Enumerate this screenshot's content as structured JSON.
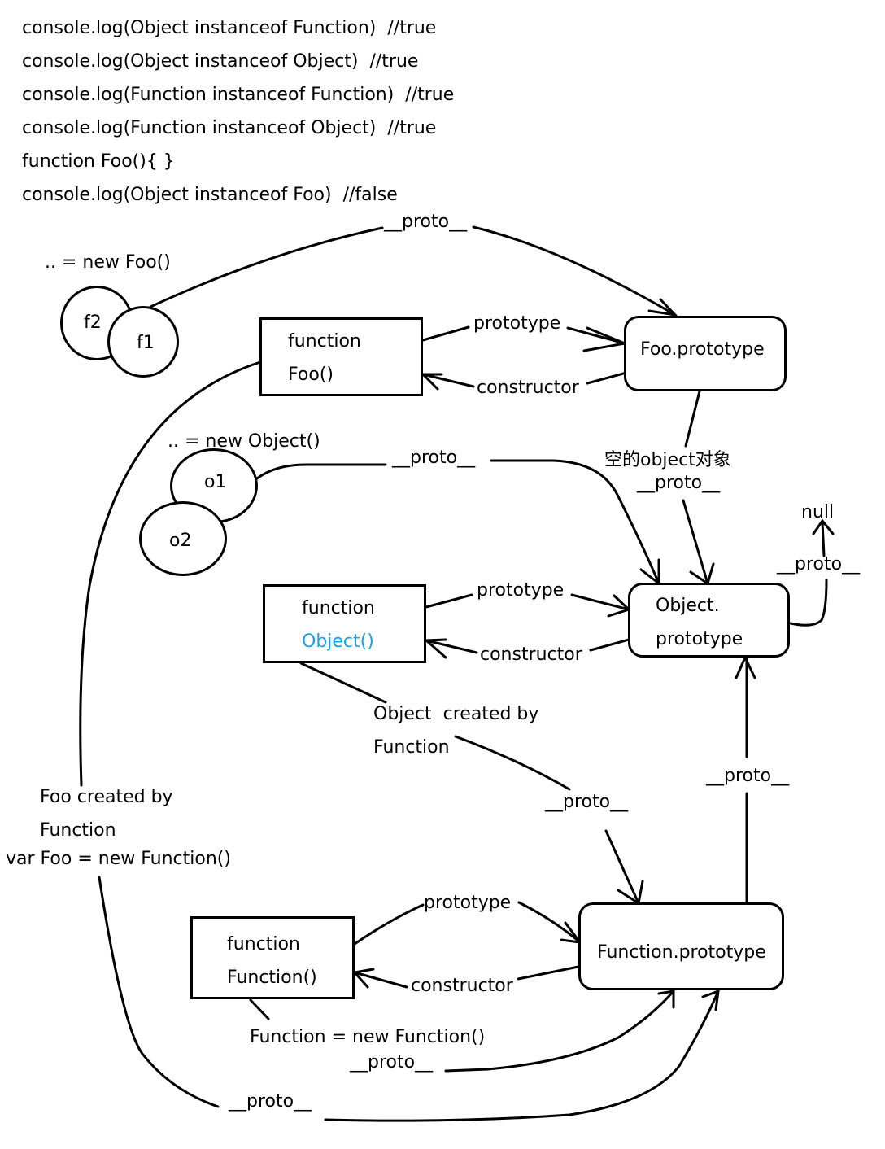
{
  "code_lines": [
    "console.log(Object instanceof Function)  //true",
    "console.log(Object instanceof Object)  //true",
    "console.log(Function instanceof Function)  //true",
    "console.log(Function instanceof Object)  //true",
    "function Foo(){ }",
    "console.log(Object instanceof Foo)  //false"
  ],
  "nodes": {
    "foo_instances_caption": ".. = new Foo()",
    "f1": "f1",
    "f2": "f2",
    "object_instances_caption": ".. = new Object()",
    "o1": "o1",
    "o2": "o2",
    "func_foo": {
      "line1": "function",
      "line2": "Foo()"
    },
    "func_object": {
      "line1": "function",
      "line2": "Object()"
    },
    "func_function": {
      "line1": "function",
      "line2": "Function()"
    },
    "foo_prototype": "Foo.prototype",
    "object_prototype": {
      "line1": "Object.",
      "line2": "prototype"
    },
    "function_prototype": "Function.prototype",
    "null": "null"
  },
  "edge_labels": {
    "f1_proto": "__proto__",
    "foo_prototype": "prototype",
    "foo_constructor": "constructor",
    "o1_proto": "__proto__",
    "empty_object_note": "空的object对象",
    "fooproto_proto": "__proto__",
    "objproto_proto": "__proto__",
    "object_prototype": "prototype",
    "object_constructor": "constructor",
    "object_created_by": "Object  created by",
    "object_created_by_2": "Function",
    "object_proto": "__proto__",
    "funcproto_proto": "__proto__",
    "foo_created_by": "Foo created by",
    "foo_created_by_2": "Function",
    "var_foo": "var Foo = new Function()",
    "function_prototype": "prototype",
    "function_constructor": "constructor",
    "function_new": "Function = new Function()",
    "function_proto": "__proto__",
    "foo_proto": "__proto__"
  },
  "colors": {
    "highlight": "#1ba1e2",
    "stroke": "#000000"
  }
}
